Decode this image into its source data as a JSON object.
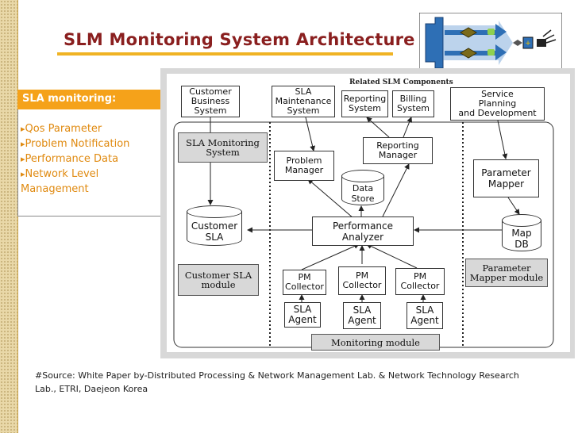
{
  "slide": {
    "title": "SLM Monitoring System Architecture"
  },
  "sla_panel": {
    "heading": "SLA monitoring:",
    "items": [
      "Qos Parameter",
      "Problem Notification",
      "Performance Data",
      "Network Level Management"
    ]
  },
  "diagram": {
    "related_label": "Related SLM Components",
    "customer_business_system": "Customer\nBusiness\nSystem",
    "sla_maintenance_system": "SLA\nMaintenance\nSystem",
    "reporting_system": "Reporting\nSystem",
    "billing_system": "Billing\nSystem",
    "service_planning": "Service\nPlanning\nand Development",
    "sla_monitoring_system": "SLA Monitoring\nSystem",
    "problem_manager": "Problem\nManager",
    "reporting_manager": "Reporting\nManager",
    "data_store": "Data\nStore",
    "parameter_mapper": "Parameter\nMapper",
    "customer_sla": "Customer\nSLA",
    "performance_analyzer": "Performance\nAnalyzer",
    "map_db": "Map\nDB",
    "customer_sla_module": "Customer SLA\nmodule",
    "parameter_mapper_module": "Parameter\nMapper module",
    "pm_collector": "PM\nCollector",
    "sla_agent": "SLA\nAgent",
    "monitoring_module": "Monitoring module"
  },
  "source": {
    "text": "#Source: White Paper by-Distributed Processing & Network Management Lab. & Network Technology Research Lab., ETRI, Daejeon Korea"
  },
  "colors": {
    "title": "#8a1f1f",
    "accent_orange": "#f5a21a",
    "title_underline": "#f0b324",
    "logo_arrow": "#2e6fb5",
    "logo_diamond": "#7a6a1a"
  }
}
